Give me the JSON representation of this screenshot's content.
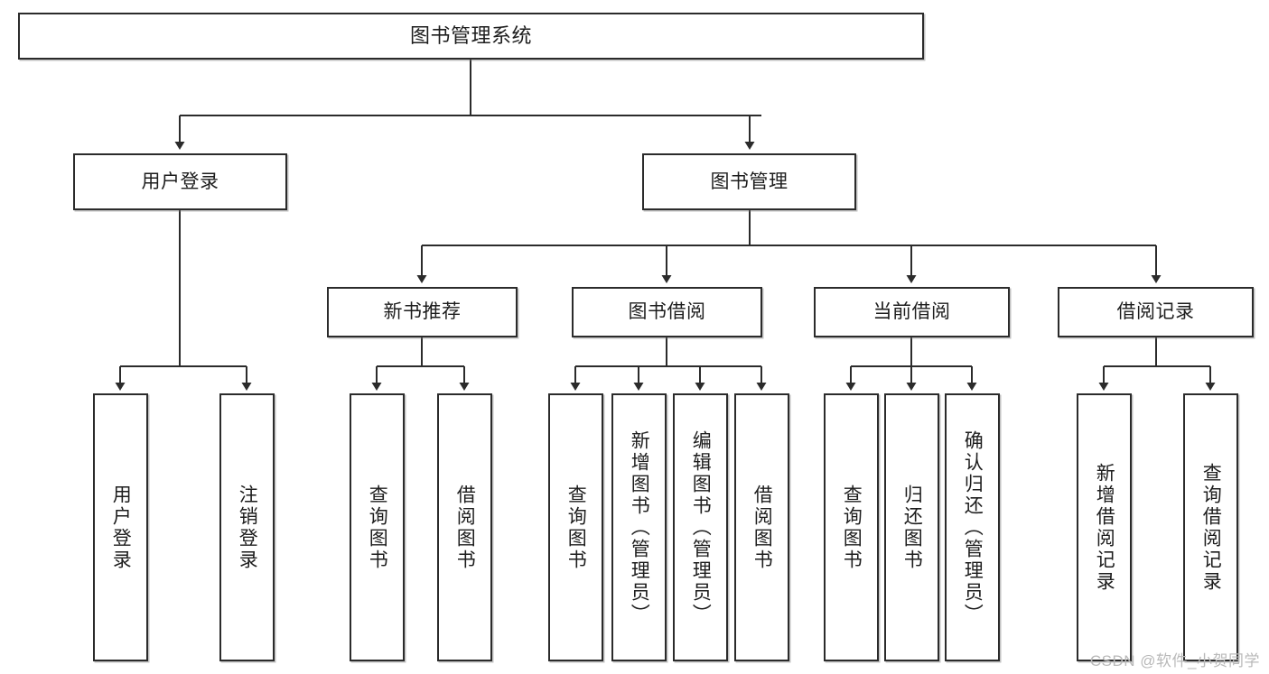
{
  "diagram": {
    "type": "tree-hierarchy-flowchart",
    "orientation": "top-down",
    "root": {
      "id": "root",
      "label": "图书管理系统"
    },
    "level2": [
      {
        "id": "user-login",
        "label": "用户登录"
      },
      {
        "id": "book-management",
        "label": "图书管理"
      }
    ],
    "level3": [
      {
        "id": "new-book-recommend",
        "label": "新书推荐",
        "parent": "book-management"
      },
      {
        "id": "book-borrow",
        "label": "图书借阅",
        "parent": "book-management"
      },
      {
        "id": "current-borrow",
        "label": "当前借阅",
        "parent": "book-management"
      },
      {
        "id": "borrow-record",
        "label": "借阅记录",
        "parent": "book-management"
      }
    ],
    "leaves": [
      {
        "id": "leaf-user-login",
        "label": "用户登录",
        "parent": "user-login"
      },
      {
        "id": "leaf-logout-login",
        "label": "注销登录",
        "parent": "user-login"
      },
      {
        "id": "leaf-query-book-1",
        "label": "查询图书",
        "parent": "new-book-recommend"
      },
      {
        "id": "leaf-borrow-book-1",
        "label": "借阅图书",
        "parent": "new-book-recommend"
      },
      {
        "id": "leaf-query-book-2",
        "label": "查询图书",
        "parent": "book-borrow"
      },
      {
        "id": "leaf-add-book",
        "label": "新增图书（管理员）",
        "parent": "book-borrow"
      },
      {
        "id": "leaf-edit-book",
        "label": "编辑图书（管理员）",
        "parent": "book-borrow"
      },
      {
        "id": "leaf-borrow-book-2",
        "label": "借阅图书",
        "parent": "book-borrow"
      },
      {
        "id": "leaf-query-book-3",
        "label": "查询图书",
        "parent": "current-borrow"
      },
      {
        "id": "leaf-return-book",
        "label": "归还图书",
        "parent": "current-borrow"
      },
      {
        "id": "leaf-confirm-return",
        "label": "确认归还（管理员）",
        "parent": "current-borrow"
      },
      {
        "id": "leaf-add-record",
        "label": "新增借阅记录",
        "parent": "borrow-record"
      },
      {
        "id": "leaf-query-record",
        "label": "查询借阅记录",
        "parent": "borrow-record"
      }
    ],
    "colors": {
      "stroke": "#2b2b2b",
      "fill": "#ffffff",
      "text": "#1d1d1d",
      "watermark": "#b9b9b9"
    }
  },
  "watermark": {
    "text": "CSDN @软件_小贺同学"
  }
}
